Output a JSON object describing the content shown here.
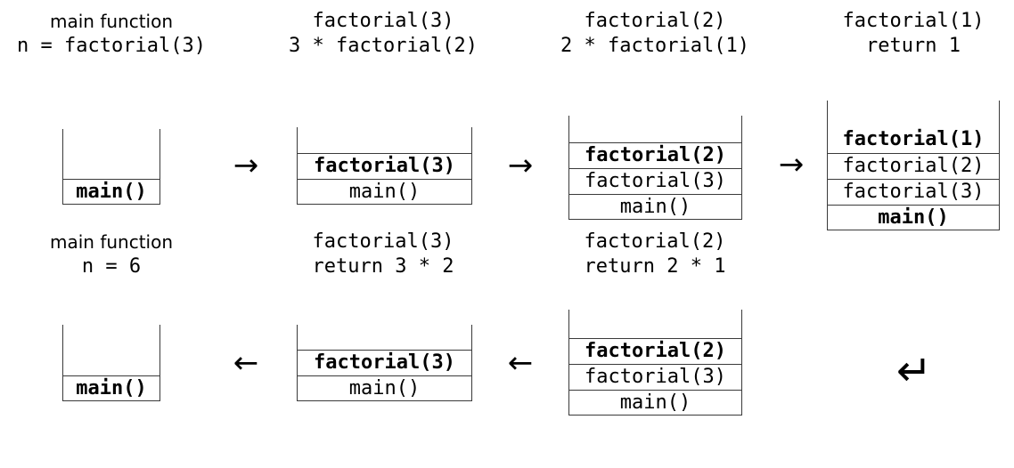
{
  "colors": {
    "line": "#3a3a3a",
    "text": "#000000",
    "background": "#ffffff"
  },
  "top_row": {
    "labels": [
      {
        "line1": "main function",
        "line2": "n = factorial(3)"
      },
      {
        "line1": "factorial(3)",
        "line2": "3 * factorial(2)"
      },
      {
        "line1": "factorial(2)",
        "line2": "2 * factorial(1)"
      },
      {
        "line1": "factorial(1)",
        "line2": "return 1"
      }
    ],
    "arrow": "→",
    "stacks": [
      {
        "frames": [
          {
            "text": "main()",
            "bold": true
          }
        ]
      },
      {
        "frames": [
          {
            "text": "factorial(3)",
            "bold": true
          },
          {
            "text": "main()",
            "bold": false
          }
        ]
      },
      {
        "frames": [
          {
            "text": "factorial(2)",
            "bold": true
          },
          {
            "text": "factorial(3)",
            "bold": false
          },
          {
            "text": "main()",
            "bold": false
          }
        ]
      },
      {
        "frames": [
          {
            "text": "factorial(1)",
            "bold": true
          },
          {
            "text": "factorial(2)",
            "bold": false
          },
          {
            "text": "factorial(3)",
            "bold": false
          },
          {
            "text": "main()",
            "bold": true
          }
        ]
      }
    ]
  },
  "bottom_row": {
    "labels": [
      {
        "line1": "main function",
        "line2": "n = 6"
      },
      {
        "line1": "factorial(3)",
        "line2": "return 3 * 2"
      },
      {
        "line1": "factorial(2)",
        "line2": "return 2 * 1"
      }
    ],
    "arrow": "←",
    "return_symbol": "↵",
    "stacks": [
      {
        "frames": [
          {
            "text": "main()",
            "bold": true
          }
        ]
      },
      {
        "frames": [
          {
            "text": "factorial(3)",
            "bold": true
          },
          {
            "text": "main()",
            "bold": false
          }
        ]
      },
      {
        "frames": [
          {
            "text": "factorial(2)",
            "bold": true
          },
          {
            "text": "factorial(3)",
            "bold": false
          },
          {
            "text": "main()",
            "bold": false
          }
        ]
      }
    ]
  }
}
